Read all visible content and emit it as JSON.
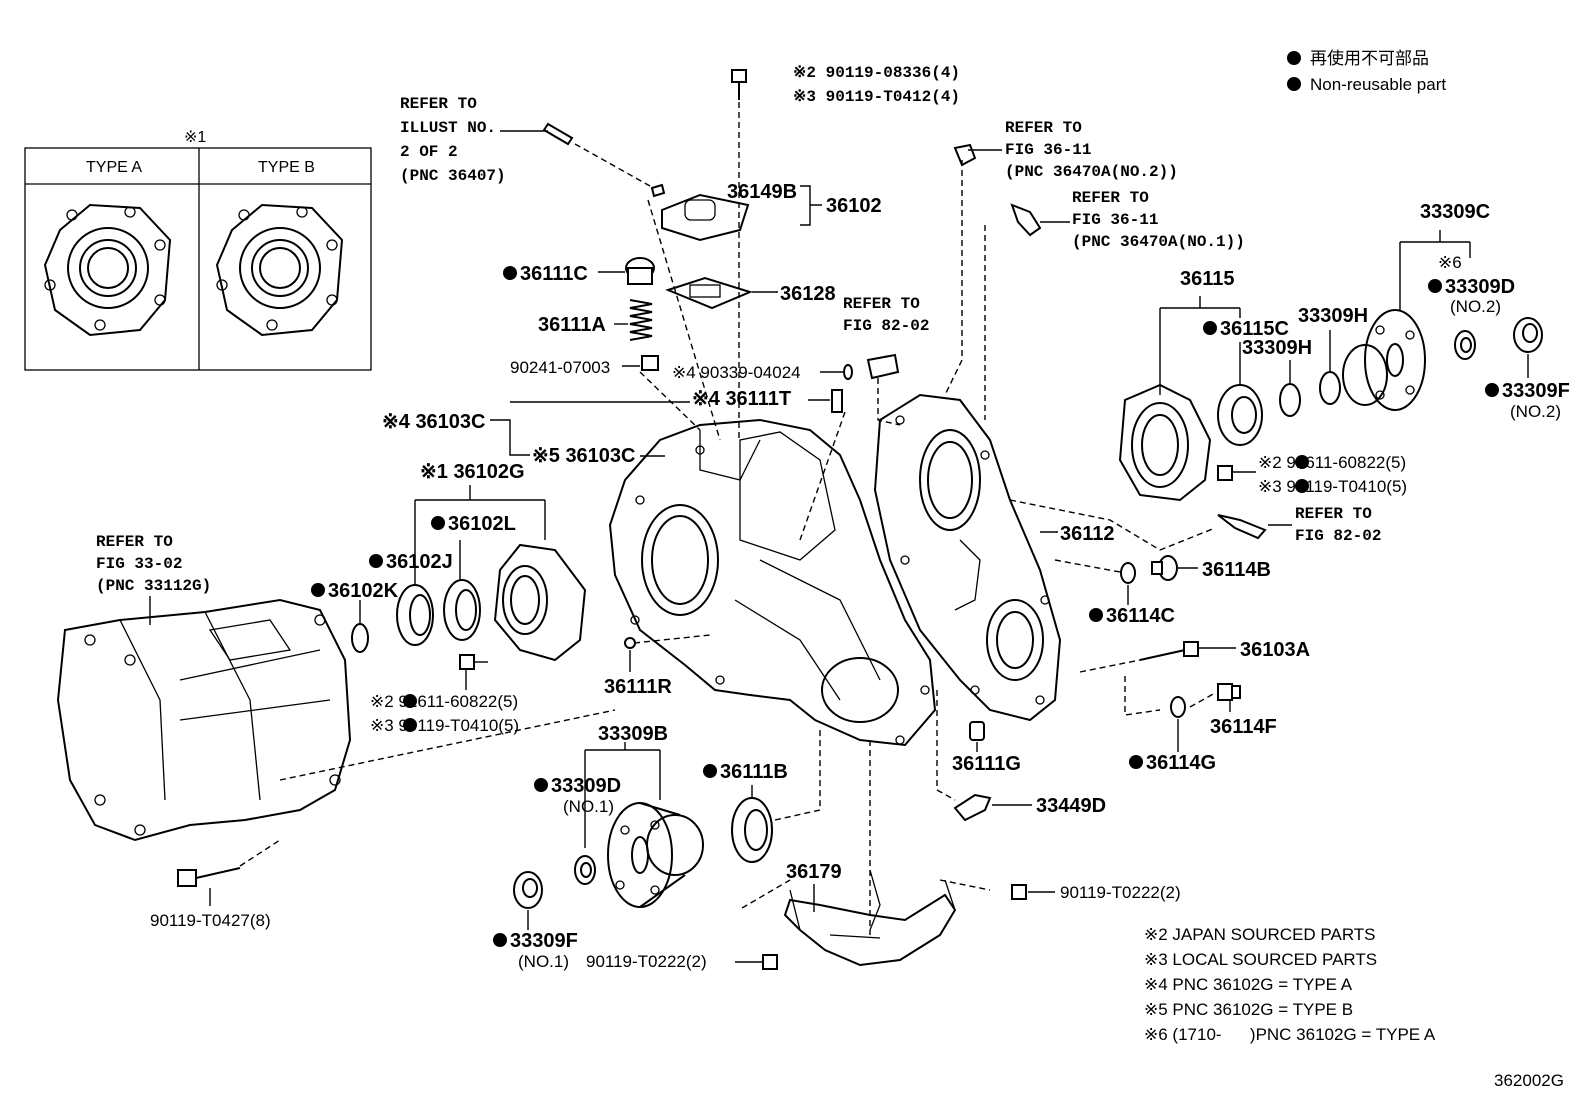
{
  "legend": {
    "jp": "再使用不可部品",
    "en": "Non-reusable part"
  },
  "figure_id": "362002G",
  "inset": {
    "mark": "※1",
    "type_a": "TYPE A",
    "type_b": "TYPE B"
  },
  "refer_blocks": {
    "illust": [
      "REFER TO",
      "ILLUST NO.",
      "2 OF 2",
      "(PNC 36407)"
    ],
    "fig3611_no2": [
      "REFER TO",
      "FIG 36-11",
      "(PNC 36470A(NO.2))"
    ],
    "fig3611_no1": [
      "REFER TO",
      "FIG 36-11",
      "(PNC 36470A(NO.1))"
    ],
    "fig8202_top": [
      "REFER TO",
      "FIG 82-02"
    ],
    "fig8202_right": [
      "REFER TO",
      "FIG 82-02"
    ],
    "fig3302": [
      "REFER TO",
      "FIG 33-02",
      "(PNC 33112G)"
    ]
  },
  "labels": {
    "bolt_top_1": "※2 90119-08336(4)",
    "bolt_top_2": "※3 90119-T0412(4)",
    "p36149B": "36149B",
    "p36102": "36102",
    "p36111C": "36111C",
    "p36128": "36128",
    "p36111A": "36111A",
    "p90241": "90241-07003",
    "p90339": "※4 90339-04024",
    "p36111T": "※4 36111T",
    "p36103C_a": "※4 36103C",
    "p36103C_b": "※5 36103C",
    "p36102G": "※1 36102G",
    "p36102L": "36102L",
    "p36102J": "36102J",
    "p36102K": "36102K",
    "bolt_left_1": "※2 91611-60822(5)",
    "bolt_left_2": "※3 90119-T0410(5)",
    "p36111R": "36111R",
    "p33309B": "33309B",
    "p33309D_1": "33309D",
    "p33309D_1_no": "(NO.1)",
    "p36111B": "36111B",
    "p33309F_1": "33309F",
    "p33309F_1_no": "(NO.1)",
    "bolt_bottom": "90119-T0427(8)",
    "p36179": "36179",
    "bolt_guard_l": "90119-T0222(2)",
    "bolt_guard_r": "90119-T0222(2)",
    "p36111G": "36111G",
    "p33449D": "33449D",
    "p36112": "36112",
    "p36114B": "36114B",
    "p36114C": "36114C",
    "p36103A": "36103A",
    "p36114F": "36114F",
    "p36114G": "36114G",
    "p36115": "36115",
    "p36115C": "36115C",
    "p33309H_a": "33309H",
    "p33309H_b": "33309H",
    "p33309C": "33309C",
    "p33309D_2_mark": "※6",
    "p33309D_2": "33309D",
    "p33309D_2_no": "(NO.2)",
    "p33309F_2": "33309F",
    "p33309F_2_no": "(NO.2)",
    "bolt_right_1": "※2 91611-60822(5)",
    "bolt_right_2": "※3 90119-T0410(5)"
  },
  "notes": [
    "※2 JAPAN SOURCED PARTS",
    "※3 LOCAL SOURCED PARTS",
    "※4 PNC 36102G = TYPE A",
    "※5 PNC 36102G = TYPE B",
    "※6 (1710-      )PNC 36102G = TYPE A"
  ]
}
